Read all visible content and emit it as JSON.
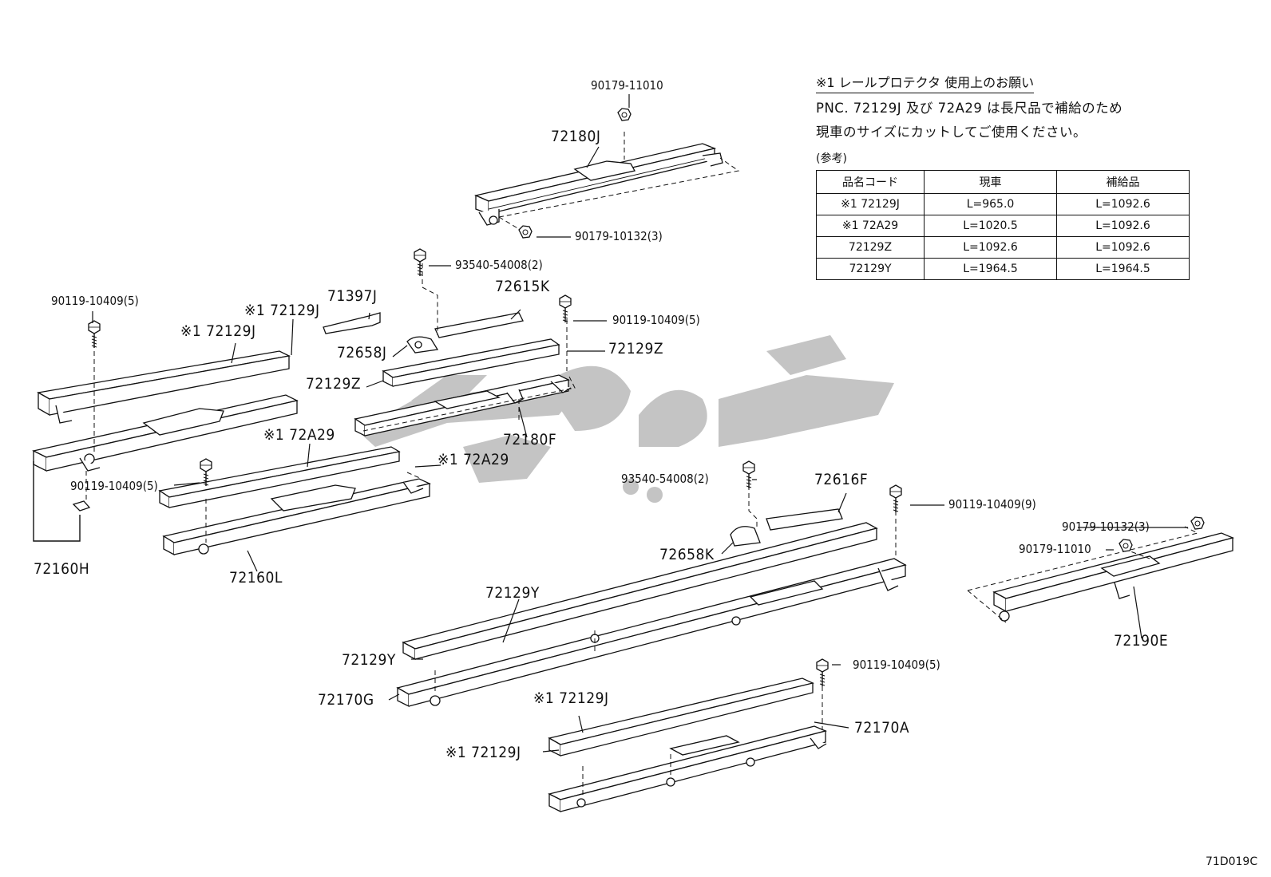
{
  "note": {
    "title": "※1 レールプロテクタ 使用上のお願い",
    "line1": "PNC. 72129J 及び 72A29 は長尺品で補給のため",
    "line2": "現車のサイズにカットしてご使用ください。",
    "reference": "(参考)",
    "table": {
      "headers": [
        "品名コード",
        "現車",
        "補給品"
      ],
      "rows": [
        [
          "※1 72129J",
          "L=965.0",
          "L=1092.6"
        ],
        [
          "※1 72A29",
          "L=1020.5",
          "L=1092.6"
        ],
        [
          "72129Z",
          "L=1092.6",
          "L=1092.6"
        ],
        [
          "72129Y",
          "L=1964.5",
          "L=1964.5"
        ]
      ]
    }
  },
  "labels": {
    "p_90179_11010_top": "90179-11010",
    "p_72180J": "72180J",
    "p_90179_10132_top": "90179-10132(3)",
    "p_93540_54008_top": "93540-54008(2)",
    "p_71397J": "71397J",
    "p_72615K": "72615K",
    "p_90119_10409_mid": "90119-10409(5)",
    "p_72658J": "72658J",
    "p_72129Z_r": "72129Z",
    "p_72129Z_l": "72129Z",
    "p_72180F": "72180F",
    "p_90119_10409_left": "90119-10409(5)",
    "p_72129J_a": "※1 72129J",
    "p_72129J_b": "※1 72129J",
    "p_72A29_a": "※1 72A29",
    "p_72A29_b": "※1 72A29",
    "p_90119_10409_lower": "90119-10409(5)",
    "p_72160H": "72160H",
    "p_72160L": "72160L",
    "p_93540_54008_mid": "93540-54008(2)",
    "p_72616F": "72616F",
    "p_90119_10409_9": "90119-10409(9)",
    "p_90179_10132_right": "90179-10132(3)",
    "p_90179_11010_right": "90179-11010",
    "p_72658K": "72658K",
    "p_72129Y_a": "72129Y",
    "p_72129Y_b": "72129Y",
    "p_72190E": "72190E",
    "p_72170G": "72170G",
    "p_90119_10409_bottom": "90119-10409(5)",
    "p_72129J_c": "※1 72129J",
    "p_72170A": "72170A",
    "p_72129J_d": "※1 72129J"
  },
  "diagram_code": "71D019C",
  "watermark": "Persian logo watermark"
}
